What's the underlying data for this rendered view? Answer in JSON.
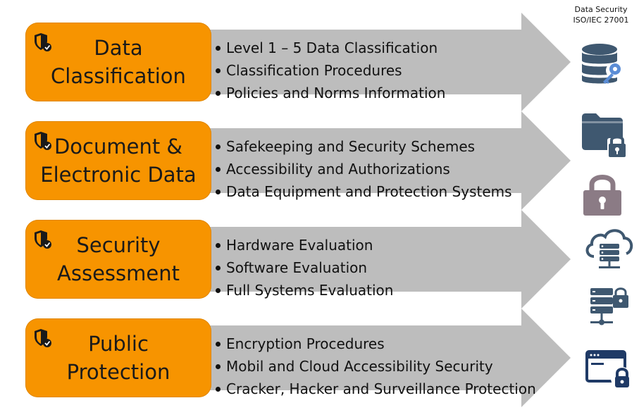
{
  "header": {
    "line1": "Data Security",
    "line2": "ISO/IEC 27001"
  },
  "rows": [
    {
      "title_lines": [
        "Data",
        "Classification"
      ],
      "bullets": [
        "Level 1 – 5 Data Classification",
        "Classification Procedures",
        "Policies and Norms Information"
      ]
    },
    {
      "title_lines": [
        "Document &",
        "Electronic Data"
      ],
      "bullets": [
        "Safekeeping and Security Schemes",
        "Accessibility and Authorizations",
        "Data Equipment and Protection Systems"
      ]
    },
    {
      "title_lines": [
        "Security",
        "Assessment"
      ],
      "bullets": [
        "Hardware Evaluation",
        "Software Evaluation",
        "Full Systems Evaluation"
      ]
    },
    {
      "title_lines": [
        "Public",
        "Protection"
      ],
      "bullets": [
        "Encryption Procedures",
        "Mobil and Cloud Accessibility Security",
        "Cracker, Hacker and Surveillance Protection"
      ]
    }
  ],
  "icons": [
    "database-key-icon",
    "folder-lock-icon",
    "padlock-icon",
    "cloud-server-icon",
    "server-lock-icon",
    "browser-lock-icon"
  ],
  "colors": {
    "orange": "#F79400",
    "arrow_gray": "#BDBDBD",
    "icon_blue": "#3F5870",
    "icon_light_blue": "#5B8DD6",
    "icon_mauve": "#8B7B85"
  }
}
